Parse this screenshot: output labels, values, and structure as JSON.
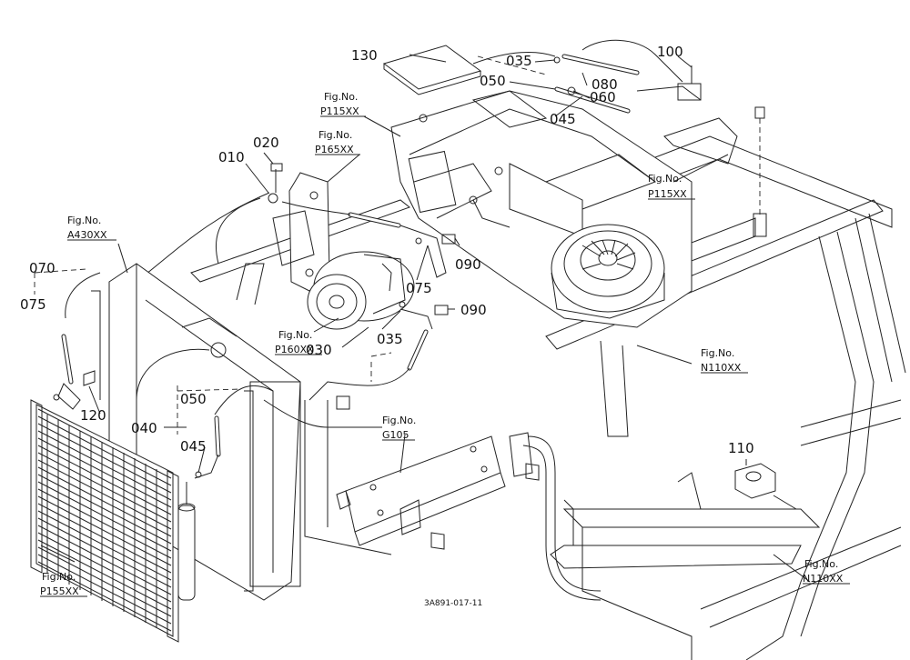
{
  "callouts": {
    "c130": "130",
    "c035_top": "035",
    "c100": "100",
    "c050_top": "050",
    "c080": "080",
    "c060": "060",
    "c045_top": "045",
    "c010": "010",
    "c020": "020",
    "c090_a": "090",
    "c075_mid": "075",
    "c090_b": "090",
    "c030": "030",
    "c035_mid": "035",
    "c070": "070",
    "c075_left": "075",
    "c120": "120",
    "c050_low": "050",
    "c040": "040",
    "c045_low": "045",
    "c110": "110"
  },
  "figure_refs": {
    "p115_top": {
      "label": "Fig.No.",
      "code": "P115XX"
    },
    "p165": {
      "label": "Fig.No.",
      "code": "P165XX"
    },
    "p115_right": {
      "label": "Fig.No.",
      "code": "P115XX"
    },
    "a430": {
      "label": "Fig.No.",
      "code": "A430XX"
    },
    "p160": {
      "label": "Fig.No.",
      "code": "P160XX"
    },
    "n110_mid": {
      "label": "Fig.No.",
      "code": "N110XX"
    },
    "g105": {
      "label": "Fig.No.",
      "code": "G105"
    },
    "p155": {
      "label": "Fig.No.",
      "code": "P155XX"
    },
    "n110_low": {
      "label": "Fig.No.",
      "code": "N110XX"
    }
  },
  "drawing_code": "3A891-017-11"
}
